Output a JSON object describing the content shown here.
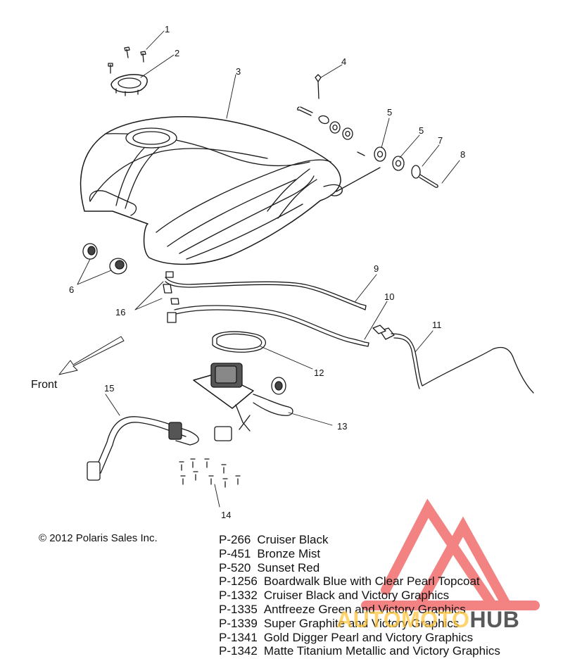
{
  "callouts": {
    "c1": "1",
    "c2": "2",
    "c3": "3",
    "c4": "4",
    "c5a": "5",
    "c5b": "5",
    "c6": "6",
    "c7": "7",
    "c8": "8",
    "c9": "9",
    "c10": "10",
    "c11": "11",
    "c12": "12",
    "c13": "13",
    "c14": "14",
    "c15": "15",
    "c16": "16"
  },
  "front_label": "Front",
  "copyright": "© 2012 Polaris Sales Inc.",
  "paint_codes": [
    {
      "code": "P-266",
      "name": "Cruiser Black"
    },
    {
      "code": "P-451",
      "name": "Bronze Mist"
    },
    {
      "code": "P-520",
      "name": "Sunset Red"
    },
    {
      "code": "P-1256",
      "name": "Boardwalk Blue with Clear Pearl Topcoat"
    },
    {
      "code": "P-1332",
      "name": "Cruiser Black and Victory Graphics"
    },
    {
      "code": "P-1335",
      "name": "Antfreeze Green and Victory Graphics"
    },
    {
      "code": "P-1339",
      "name": "Super Graphite and Victory Graphics"
    },
    {
      "code": "P-1341",
      "name": "Gold Digger Pearl and Victory Graphics"
    },
    {
      "code": "P-1342",
      "name": "Matte Titanium Metallic and Victory Graphics"
    }
  ],
  "watermark": {
    "part1": "AUTOMOTO",
    "part2": "HUB",
    "color": "#f05a5a"
  }
}
